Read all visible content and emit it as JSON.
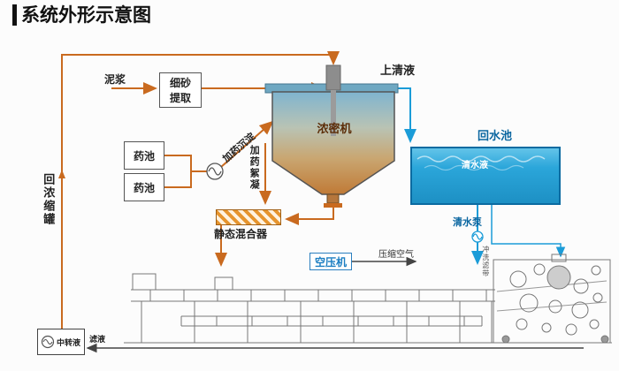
{
  "title": "系统外形示意图",
  "colors": {
    "flow_orange": "#c96a1f",
    "water_blue": "#1b9cd8",
    "pool_fill": "#2aa6da",
    "tank_gradient_top": "#7fb4cf",
    "tank_gradient_bottom": "#c07a36",
    "machine_line": "#777777"
  },
  "labels": {
    "mud": "泥浆",
    "sand_extract": "细砂提取",
    "chem_pool_a": "药池",
    "chem_pool_b": "药池",
    "dosing_settle": "加药沉淀",
    "dosing_floc": "加药絮凝",
    "thickener": "浓密机",
    "supernatant": "上清液",
    "return_pool": "回水池",
    "clear_water": "清水液",
    "clear_water_pump": "清水泵",
    "belt_wash": "冲洗滤带",
    "static_mixer": "静态混合器",
    "air_compressor": "空压机",
    "compressed_air": "压缩空气",
    "return_to_thickener": "回浓缩罐",
    "transfer_tank": "中转液",
    "filtrate": "滤液"
  }
}
